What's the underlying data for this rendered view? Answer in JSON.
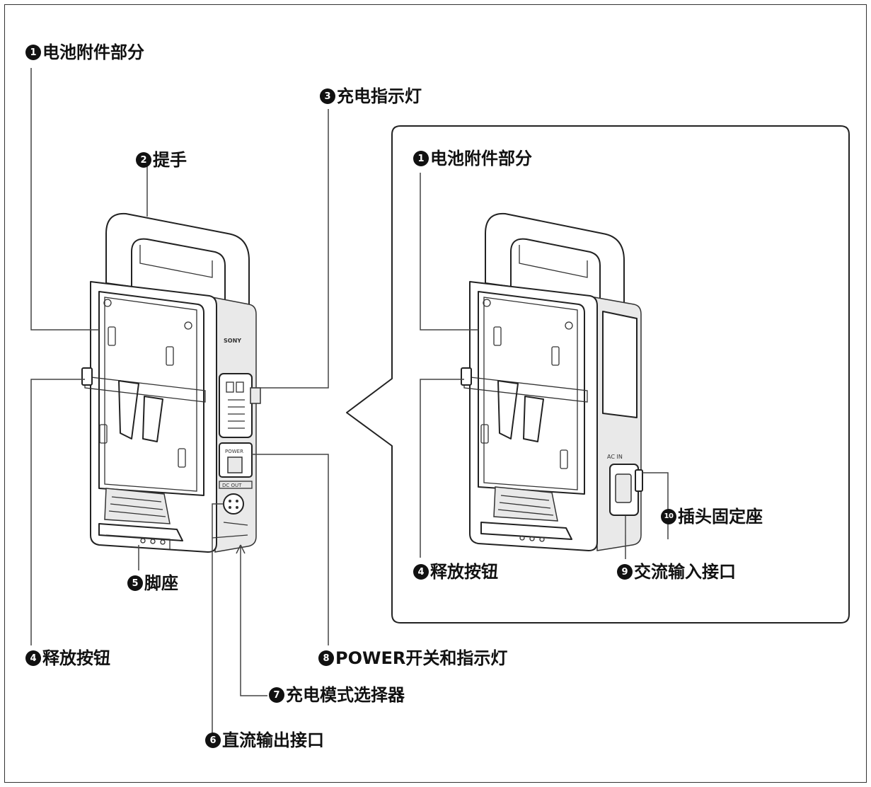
{
  "left_labels": [
    {
      "number": "1",
      "text": "电池附件部分"
    },
    {
      "number": "2",
      "text": "提手"
    },
    {
      "number": "3",
      "text": "充电指示灯"
    },
    {
      "number": "4",
      "text": "释放按钮"
    },
    {
      "number": "5",
      "text": "脚座"
    },
    {
      "number": "6",
      "text": "直流输出接口"
    },
    {
      "number": "7",
      "text": "充电模式选择器"
    },
    {
      "number": "8",
      "text": "POWER开关和指示灯"
    }
  ],
  "inset_labels": [
    {
      "number": "1",
      "text": "电池附件部分"
    },
    {
      "number": "4",
      "text": "释放按钮"
    },
    {
      "number": "9",
      "text": "交流输入接口"
    },
    {
      "number": "10",
      "text": "插头固定座"
    }
  ],
  "device_markings": {
    "brand": "SONY",
    "ac_in": "AC IN",
    "dc_out": "DC OUT",
    "power": "POWER"
  }
}
